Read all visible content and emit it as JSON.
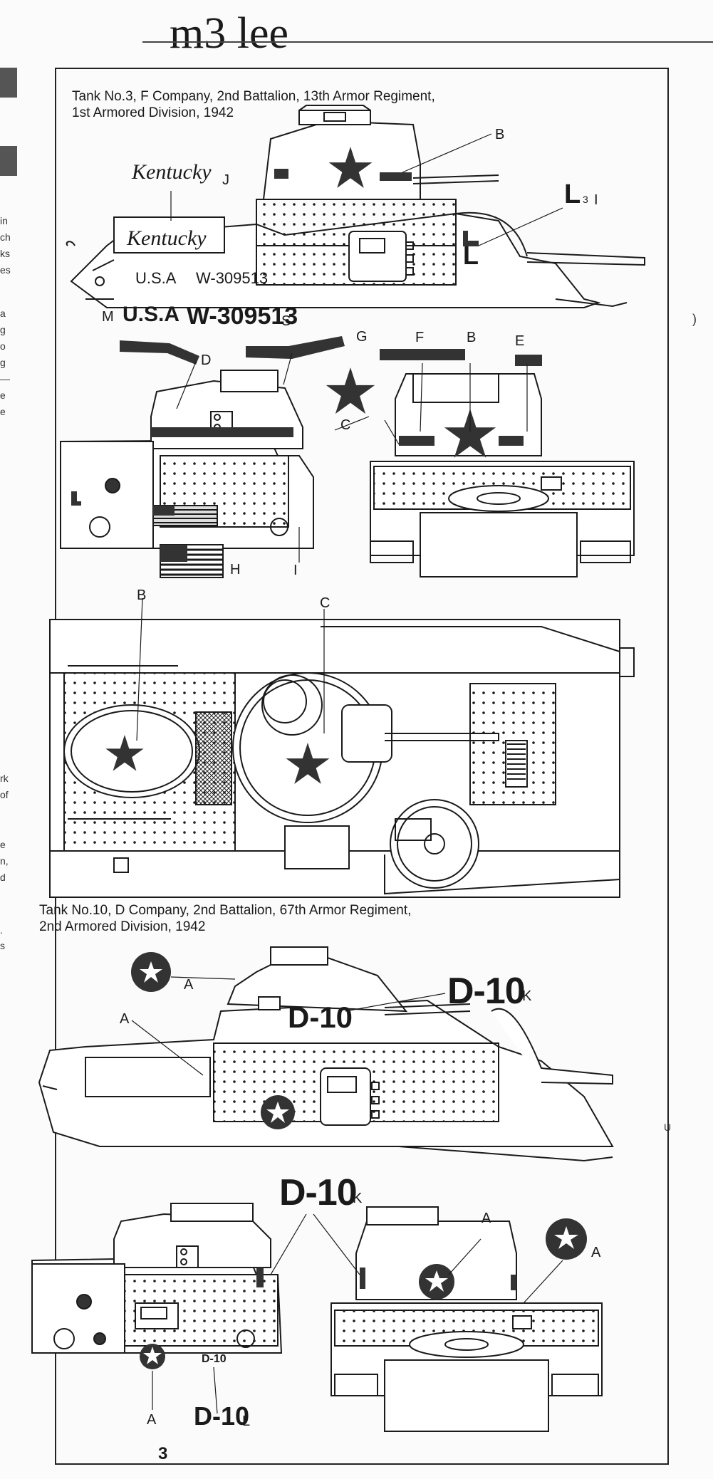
{
  "page": {
    "title": "m3 lee",
    "page_number": "3"
  },
  "section1": {
    "caption_line1": "Tank No.3, F Company, 2nd Battalion, 13th Armor Regiment,",
    "caption_line2": "1st Armored Division, 1942",
    "decal_kentucky": "Kentucky",
    "decal_j": "J",
    "hull_usa": "U.S.A",
    "hull_serial": "W-309513",
    "decal_usa_big": "U.S.A",
    "decal_serial_big": "W-309513",
    "label_m": "M",
    "label_s": "S",
    "label_b": "B",
    "label_l_decal": "L",
    "label_l_sub": "3",
    "label_i": "I",
    "label_d": "D",
    "label_g": "G",
    "label_f": "F",
    "label_e": "E",
    "label_c": "C",
    "label_h": "H"
  },
  "topview": {
    "label_b": "B",
    "label_c": "C"
  },
  "section2": {
    "caption_line1": "Tank No.10, D Company, 2nd Battalion, 67th Armor Regiment,",
    "caption_line2": "2nd Armored Division, 1942",
    "label_a": "A",
    "decal_d10": "D-10",
    "label_k": "K",
    "turret_d10": "D-10",
    "front_decal_d10": "D-10",
    "label_l": "L"
  },
  "margin": {
    "fragments": [
      "in",
      "ch",
      "ks",
      "es",
      "a",
      "g",
      "o",
      "g",
      "—",
      "e",
      "e",
      "rk",
      "of",
      "e",
      "n,",
      "d",
      ".",
      "s"
    ],
    "right_marks": [
      ")",
      "U"
    ]
  },
  "colors": {
    "ink": "#1a1a1a",
    "paper": "#fbfbfb",
    "star": "#333333"
  }
}
